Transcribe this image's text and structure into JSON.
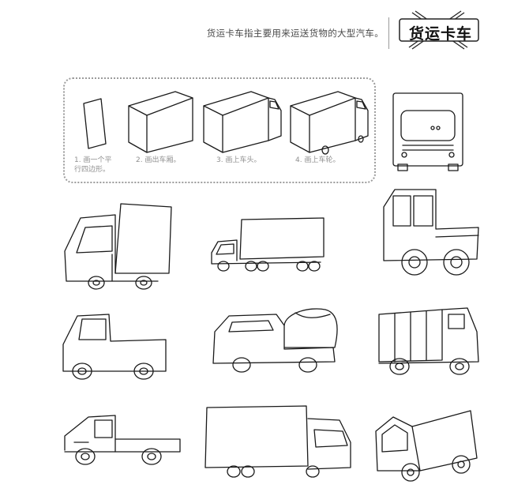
{
  "header": {
    "caption": "货运卡车指主要用来运送货物的大型汽车。",
    "title": "货运卡车"
  },
  "steps": [
    {
      "label_line1": "1. 画一个平",
      "label_line2": "行四边形。"
    },
    {
      "label_line1": "2. 画出车厢。",
      "label_line2": ""
    },
    {
      "label_line1": "3. 画上车头。",
      "label_line2": ""
    },
    {
      "label_line1": "4. 画上车轮。",
      "label_line2": ""
    }
  ],
  "colors": {
    "stroke": "#1a1a1a",
    "label": "#8f8f8f",
    "dotted_border": "#9c9c9c"
  }
}
